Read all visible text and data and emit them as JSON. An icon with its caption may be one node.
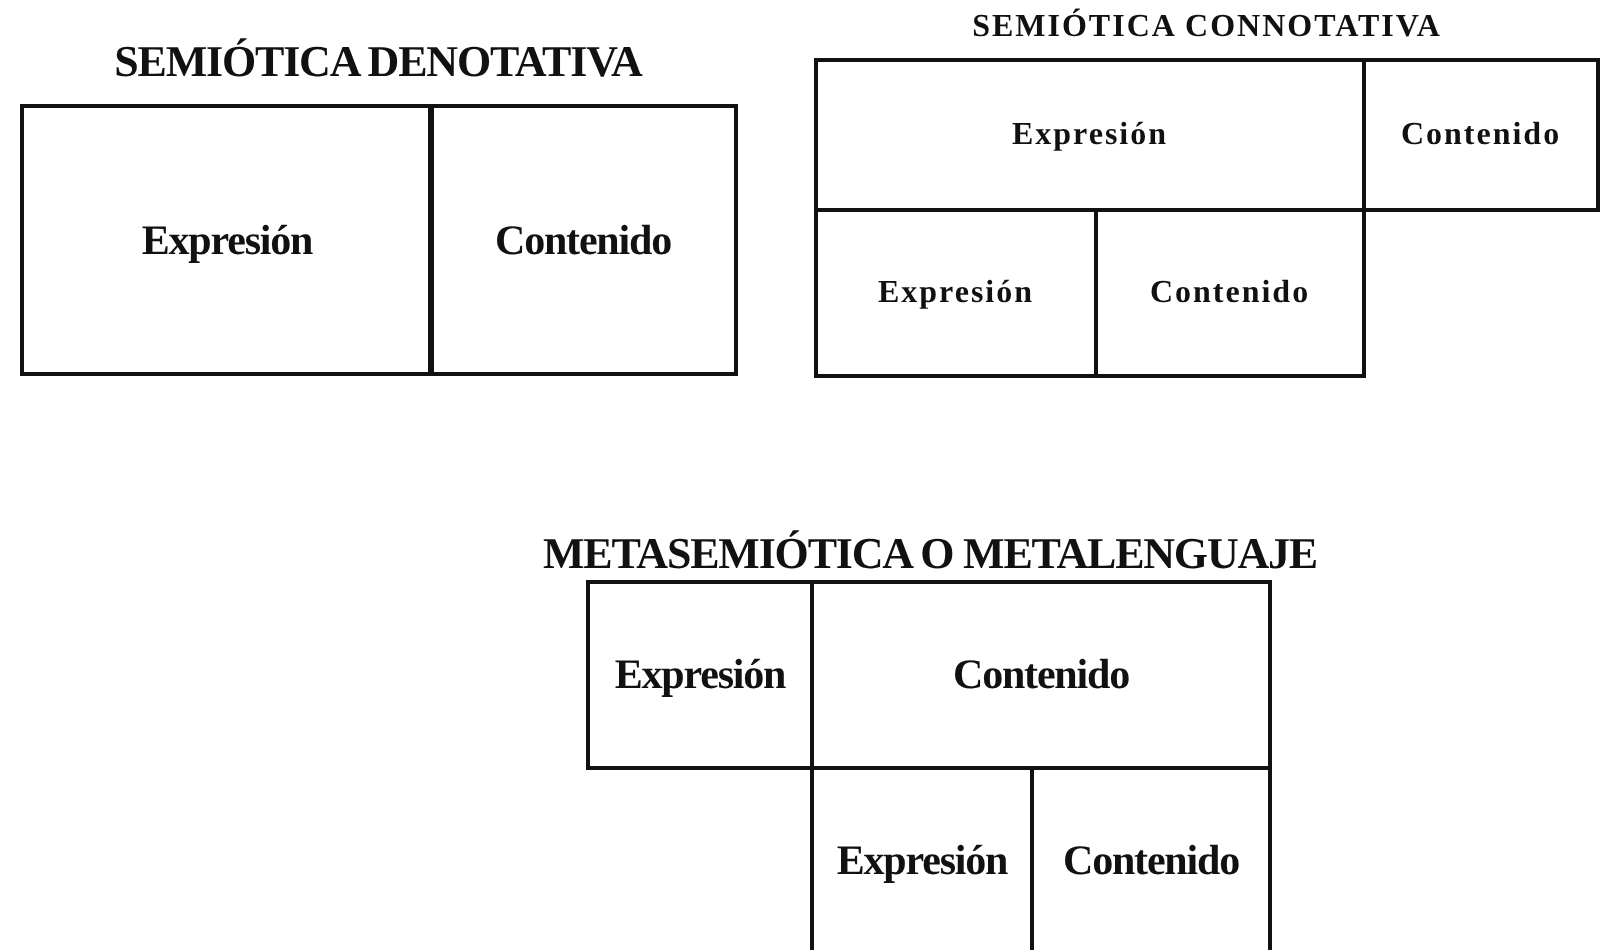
{
  "diagram": {
    "nodes": [
      {
        "text": [
          "Expresión"
        ]
      },
      {
        "text": [
          "Contenido"
        ]
      },
      {
        "text": [
          "Expresión"
        ]
      },
      {
        "text": [
          "Contenido"
        ]
      },
      {
        "text": [
          "Expresión"
        ]
      },
      {
        "text": [
          "Contenido"
        ]
      },
      {
        "text": [
          "Expresión"
        ]
      },
      {
        "text": [
          "Contenido"
        ]
      },
      {
        "text": [
          "Expresión"
        ]
      },
      {
        "text": [
          "Contenido"
        ]
      }
    ],
    "labels": [
      "SEMIÓTICA DENOTATIVA",
      "SEMIÓTICA CONNOTATIVA",
      "METASEMIÓTICA O METALENGUAJE"
    ]
  }
}
